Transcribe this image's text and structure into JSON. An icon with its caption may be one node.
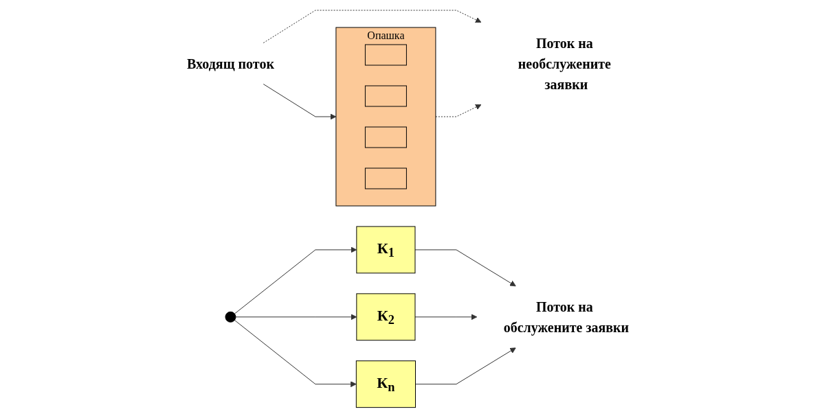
{
  "diagram": {
    "nodes": [
      {
        "text": [
          "Входящ поток"
        ]
      },
      {
        "text": [
          "Опашка"
        ]
      },
      {
        "text": [],
        "shape": "box",
        "in": 1
      },
      {
        "text": [],
        "shape": "box",
        "in": 1
      },
      {
        "text": [],
        "shape": "box",
        "in": 1
      },
      {
        "text": [],
        "shape": "box",
        "in": 1
      },
      {
        "text": [],
        "shape": "circle"
      },
      {
        "text": [
          "К$_{1}$"
        ]
      },
      {
        "text": [
          "К$_{2}$"
        ]
      },
      {
        "text": [
          "К$_{n}$"
        ]
      },
      {
        "text": [
          "Поток на обслужените заявки"
        ]
      },
      {
        "text": [
          "Поток на необслужените заявки"
        ]
      }
    ],
    "edges": [
      {
        "from": 0,
        "to": 1,
        "arrow": "to"
      },
      {
        "from": 6,
        "to": 7,
        "arrow": "to"
      },
      {
        "from": 6,
        "to": 8,
        "arrow": "to"
      },
      {
        "from": 6,
        "to": 9,
        "arrow": "to"
      },
      {
        "from": 7,
        "to": 10,
        "arrow": "to"
      },
      {
        "from": 8,
        "to": 10,
        "arrow": "to"
      },
      {
        "from": 9,
        "to": 10,
        "arrow": "to"
      },
      {
        "from": 0,
        "to": 11,
        "arrow": "to",
        "style": "dashed"
      },
      {
        "from": 1,
        "to": 11,
        "arrow": "to",
        "style": "dashed"
      }
    ]
  }
}
